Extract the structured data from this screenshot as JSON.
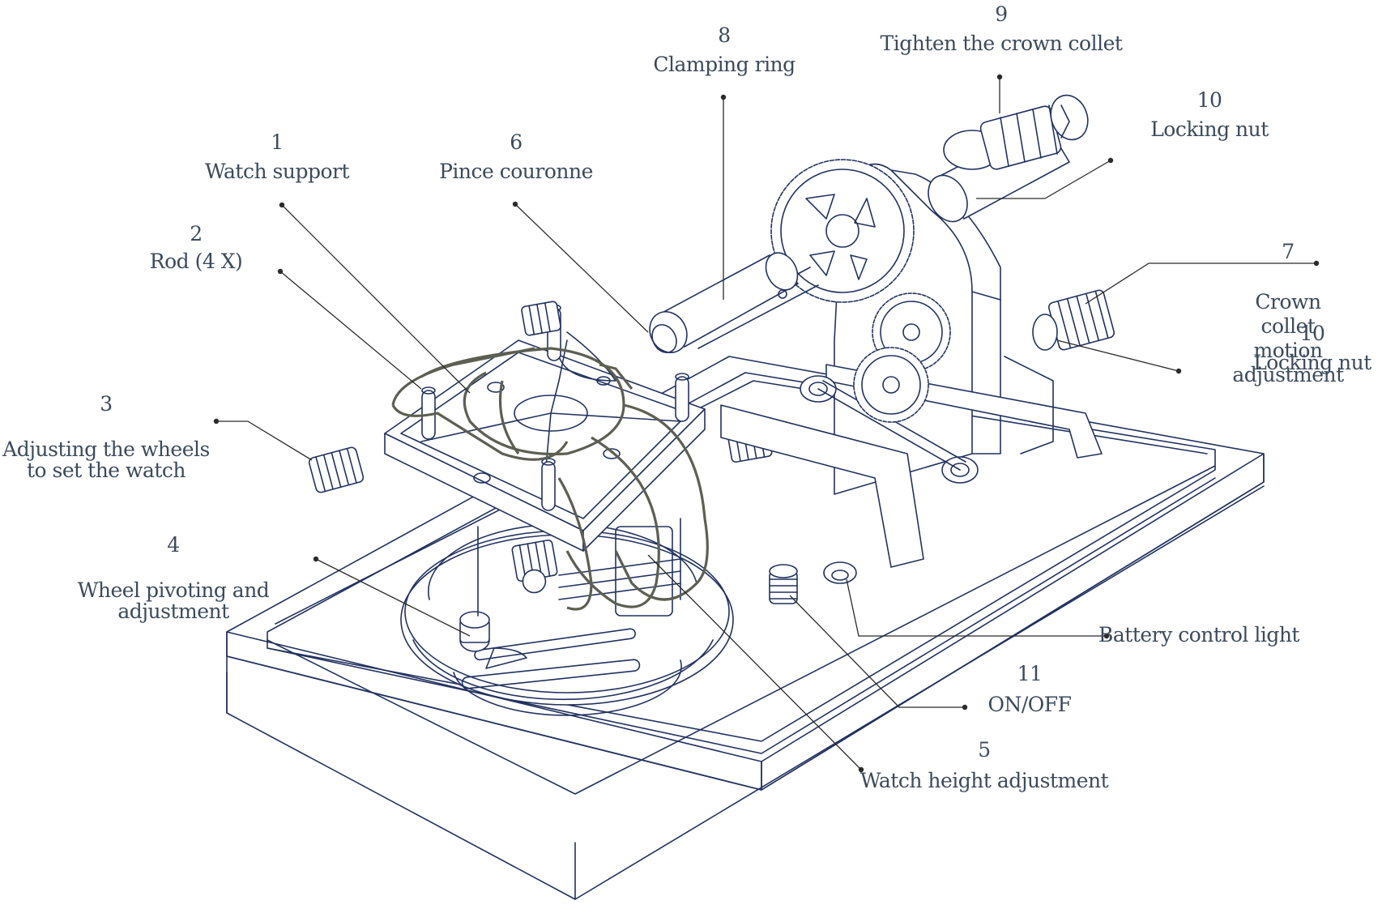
{
  "colors": {
    "line": "#22325f",
    "leader": "#2b2b2b",
    "strap": "#5c5f52",
    "label": "#3c4a5c",
    "background": "#ffffff"
  },
  "labels": [
    {
      "id": "1",
      "number": "1",
      "text": "Watch support"
    },
    {
      "id": "2",
      "number": "2",
      "text": "Rod (4 X)"
    },
    {
      "id": "3",
      "number": "3",
      "text": "Adjusting the wheels\nto set the watch"
    },
    {
      "id": "4",
      "number": "4",
      "text": "Wheel pivoting and\nadjustment"
    },
    {
      "id": "5",
      "number": "5",
      "text": "Watch height adjustment"
    },
    {
      "id": "6",
      "number": "6",
      "text": "Pince couronne"
    },
    {
      "id": "7",
      "number": "7",
      "text": "Crown collet motion\nadjustment"
    },
    {
      "id": "8",
      "number": "8",
      "text": "Clamping ring"
    },
    {
      "id": "9",
      "number": "9",
      "text": "Tighten the crown collet"
    },
    {
      "id": "10a",
      "number": "10",
      "text": "Locking nut"
    },
    {
      "id": "10b",
      "number": "10",
      "text": "Locking nut"
    },
    {
      "id": "11",
      "number": "11",
      "text": "ON/OFF"
    },
    {
      "id": "bcl",
      "number": "",
      "text": "Battery control light"
    }
  ]
}
